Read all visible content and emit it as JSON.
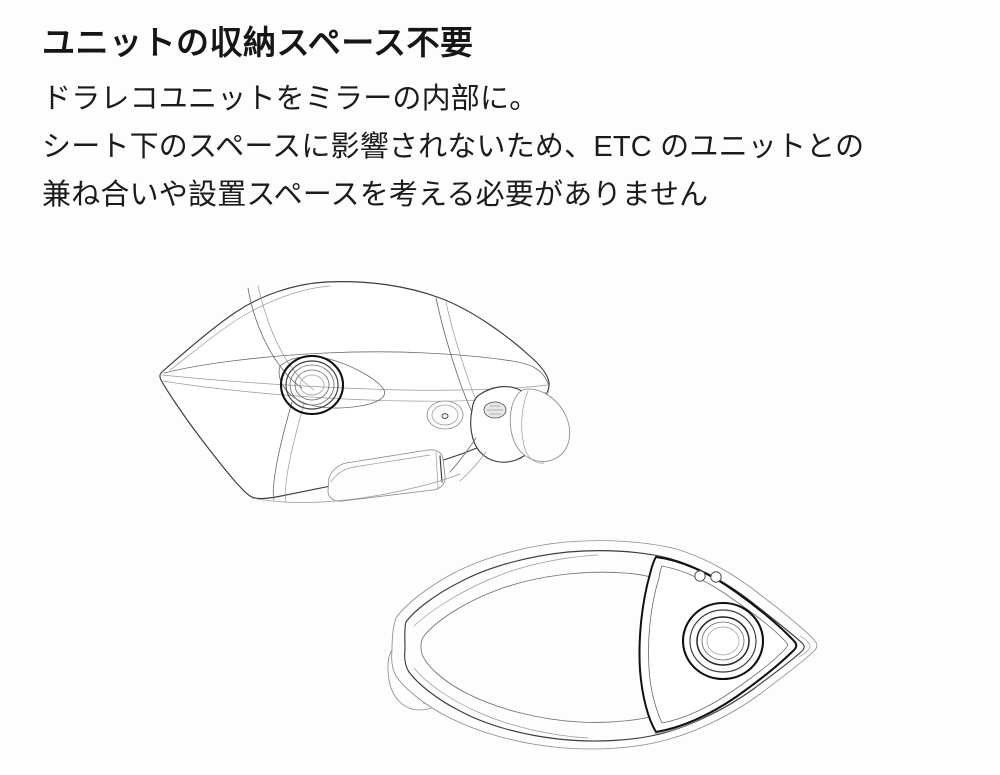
{
  "page": {
    "background_color": "#fdfdfd",
    "text_color": "#1a1a1a",
    "line_art_color": "#3c3c3c",
    "accent_dark": "#101010"
  },
  "headline": "ユニットの収納スペース不要",
  "body": {
    "line1": "ドラレコユニットをミラーの内部に。",
    "line2": "シート下のスペースに影響されないため、ETC のユニットとの",
    "line3": "兼ね合いや設置スペースを考える必要がありません"
  },
  "illustration": {
    "top_view": {
      "name": "mirror-unit-three-quarter-view",
      "parts": {
        "body_shell": "mirror-housing-shell",
        "camera_lens": "camera-lens-bezel",
        "screw_boss": "mounting-screw-boss",
        "logo_badge": "brand-logo-badge",
        "mirror_stem": "mirror-mount-stem",
        "trim_strip": "lower-trim-strip"
      }
    },
    "bottom_view": {
      "name": "mirror-unit-rear-face-view",
      "parts": {
        "body_shell": "mirror-housing-shell",
        "camera_lens": "camera-lens-bezel",
        "indicator_lights": "status-led-pair",
        "mirror_stem": "mirror-mount-stem",
        "edge_rim": "housing-edge-rim"
      },
      "led_count": 2
    }
  }
}
